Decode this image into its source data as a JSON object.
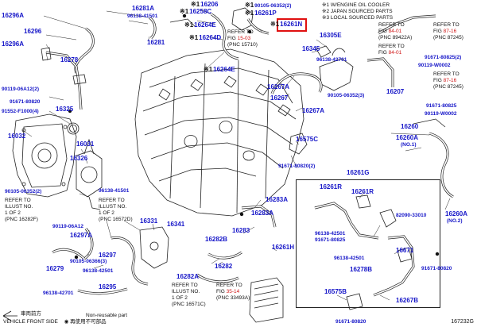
{
  "legend_top": [
    {
      "mark": "※1",
      "text": "W/ENGINE OIL COOLER"
    },
    {
      "mark": "※2",
      "text": "JAPAN SOURCED PARTS"
    },
    {
      "mark": "※3",
      "text": "LOCAL SOURCED PARTS"
    }
  ],
  "legend_bottom": {
    "direction": "車両前方",
    "front": "VEHICLE FRONT SIDE",
    "reuse_mark": "◉",
    "reuse": "再使用不可部品",
    "non_reuse": "Non-reusable part"
  },
  "figure_id": "167232G",
  "highlight_part": "16261N",
  "group_box_label": "16261G",
  "parts": [
    {
      "id": "p16296A",
      "text": "16296A",
      "mark": "",
      "bold": true
    },
    {
      "id": "p16296",
      "text": "16296",
      "mark": "",
      "bold": true
    },
    {
      "id": "p16296A_b",
      "text": "16296A",
      "mark": "",
      "bold": true
    },
    {
      "id": "p16278",
      "text": "16278",
      "mark": "",
      "bold": true
    },
    {
      "id": "p16281A",
      "text": "16281A",
      "mark": "",
      "bold": true
    },
    {
      "id": "p96138_41501a",
      "text": "96138-41501",
      "mark": "",
      "bold": false
    },
    {
      "id": "p16258C",
      "text": "16258C",
      "mark": "※1",
      "bold": true
    },
    {
      "id": "p16281",
      "text": "16281",
      "mark": "",
      "bold": true
    },
    {
      "id": "p16206",
      "text": "16206",
      "mark": "※1",
      "bold": true
    },
    {
      "id": "p16264E",
      "text": "16264E",
      "mark": "※1",
      "bold": true
    },
    {
      "id": "p16264D",
      "text": "16264D",
      "mark": "※1",
      "bold": true
    },
    {
      "id": "p16264E_b",
      "text": "16264E",
      "mark": "※1",
      "bold": true
    },
    {
      "id": "p90105_06352_2a",
      "text": "90105-06352(2)",
      "mark": "※1",
      "bold": false
    },
    {
      "id": "p16261P",
      "text": "16261P",
      "mark": "※1",
      "bold": true
    },
    {
      "id": "p16261N",
      "text": "16261N",
      "mark": "※1",
      "bold": true
    },
    {
      "id": "p16345",
      "text": "16345",
      "mark": "",
      "bold": true
    },
    {
      "id": "p16305E",
      "text": "16305E",
      "mark": "",
      "bold": true
    },
    {
      "id": "p96138_42701",
      "text": "96138-42701",
      "mark": "",
      "bold": false
    },
    {
      "id": "p16267A",
      "text": "16267A",
      "mark": "",
      "bold": true
    },
    {
      "id": "p16267",
      "text": "16267",
      "mark": "",
      "bold": true
    },
    {
      "id": "p16267A_b",
      "text": "16267A",
      "mark": "",
      "bold": true
    },
    {
      "id": "p90105_06352_3",
      "text": "90105-06352(3)",
      "mark": "",
      "bold": false
    },
    {
      "id": "p16207",
      "text": "16207",
      "mark": "",
      "bold": true
    },
    {
      "id": "p91671_80825_2a",
      "text": "91671-80825(2)",
      "mark": "",
      "bold": false
    },
    {
      "id": "p90119_W0002a",
      "text": "90119-W0002",
      "mark": "",
      "bold": false
    },
    {
      "id": "p91671_80825_b",
      "text": "91671-80825",
      "mark": "",
      "bold": false
    },
    {
      "id": "p90119_W0002b",
      "text": "90119-W0002",
      "mark": "",
      "bold": false
    },
    {
      "id": "p90119_06A12_2",
      "text": "90119-06A12(2)",
      "mark": "",
      "bold": false
    },
    {
      "id": "p91671_80820a",
      "text": "91671-80820",
      "mark": "",
      "bold": false
    },
    {
      "id": "p16325",
      "text": "16325",
      "mark": "",
      "bold": true
    },
    {
      "id": "p91552_F1000",
      "text": "91552-F1000(4)",
      "mark": "",
      "bold": false
    },
    {
      "id": "p16032",
      "text": "16032",
      "mark": "",
      "bold": true
    },
    {
      "id": "p16031",
      "text": "16031",
      "mark": "",
      "bold": true
    },
    {
      "id": "p16326",
      "text": "16326",
      "mark": "",
      "bold": true
    },
    {
      "id": "p90105_06352_2b",
      "text": "90105-06352(2)",
      "mark": "",
      "bold": false
    },
    {
      "id": "p96138_41501b",
      "text": "96138-41501",
      "mark": "",
      "bold": false
    },
    {
      "id": "p90119_06A12",
      "text": "90119-06A12",
      "mark": "",
      "bold": false
    },
    {
      "id": "p16297A",
      "text": "16297A",
      "mark": "",
      "bold": true
    },
    {
      "id": "p16297",
      "text": "16297",
      "mark": "",
      "bold": true
    },
    {
      "id": "p90105_06366_3",
      "text": "90105-06366(3)",
      "mark": "",
      "bold": false
    },
    {
      "id": "p96138_42501a",
      "text": "96138-42501",
      "mark": "",
      "bold": false
    },
    {
      "id": "p16279",
      "text": "16279",
      "mark": "",
      "bold": true
    },
    {
      "id": "p96138_42701b",
      "text": "96138-42701",
      "mark": "",
      "bold": false
    },
    {
      "id": "p16295",
      "text": "16295",
      "mark": "",
      "bold": true
    },
    {
      "id": "p16331",
      "text": "16331",
      "mark": "",
      "bold": true
    },
    {
      "id": "p16341",
      "text": "16341",
      "mark": "",
      "bold": true
    },
    {
      "id": "p16283A",
      "text": "16283A",
      "mark": "",
      "bold": true
    },
    {
      "id": "p16283A_b",
      "text": "16283A",
      "mark": "",
      "bold": true
    },
    {
      "id": "p16283",
      "text": "16283",
      "mark": "",
      "bold": true
    },
    {
      "id": "p16282",
      "text": "16282",
      "mark": "",
      "bold": true
    },
    {
      "id": "p16282A",
      "text": "16282A",
      "mark": "",
      "bold": true
    },
    {
      "id": "p16282B",
      "text": "16282B",
      "mark": "",
      "bold": true
    },
    {
      "id": "p16261H",
      "text": "16261H",
      "mark": "",
      "bold": true
    },
    {
      "id": "p16575C",
      "text": "16575C",
      "mark": "",
      "bold": true
    },
    {
      "id": "p91671_80820_2",
      "text": "91671-80820(2)",
      "mark": "",
      "bold": false
    },
    {
      "id": "p16261R",
      "text": "16261R",
      "mark": "",
      "bold": true
    },
    {
      "id": "p16261R_b",
      "text": "16261R",
      "mark": "",
      "bold": true
    },
    {
      "id": "p82090_33010",
      "text": "82090-33010",
      "mark": "",
      "bold": false
    },
    {
      "id": "p96138_42501b",
      "text": "96138-42501",
      "mark": "",
      "bold": false
    },
    {
      "id": "p91671_80825c",
      "text": "91671-80825",
      "mark": "",
      "bold": false
    },
    {
      "id": "p96138_42501c",
      "text": "96138-42501",
      "mark": "",
      "bold": false
    },
    {
      "id": "p16671",
      "text": "16671",
      "mark": "",
      "bold": true
    },
    {
      "id": "p16278B",
      "text": "16278B",
      "mark": "",
      "bold": true
    },
    {
      "id": "p16575B",
      "text": "16575B",
      "mark": "",
      "bold": true
    },
    {
      "id": "p91671_80820b",
      "text": "91671-80820",
      "mark": "",
      "bold": false
    },
    {
      "id": "p16267B",
      "text": "16267B",
      "mark": "",
      "bold": true
    },
    {
      "id": "p16260",
      "text": "16260",
      "mark": "",
      "bold": true
    },
    {
      "id": "p16260A",
      "text": "16260A",
      "mark": "",
      "bold": true
    },
    {
      "id": "p16260A_no1",
      "text": "(NO.1)",
      "mark": "",
      "bold": false
    },
    {
      "id": "p16260A_b",
      "text": "16260A",
      "mark": "",
      "bold": true
    },
    {
      "id": "p16260A_no2",
      "text": "(NO.2)",
      "mark": "",
      "bold": false
    },
    {
      "id": "p91671_80820c",
      "text": "91671-80820",
      "mark": "",
      "bold": false
    }
  ],
  "refs": [
    {
      "id": "r1",
      "lines": [
        "REFER TO",
        "FIG ",
        "(PNC 89422A)"
      ],
      "fig": "84-01"
    },
    {
      "id": "r2",
      "lines": [
        "REFER TO",
        "FIG ",
        "(PNC 87245)"
      ],
      "fig": "87-16"
    },
    {
      "id": "r3",
      "lines": [
        "REFER TO",
        "FIG "
      ],
      "fig": "84-01"
    },
    {
      "id": "r4",
      "lines": [
        "REFER TO",
        "FIG ",
        "(PNC 87245)"
      ],
      "fig": "87-16"
    },
    {
      "id": "r5",
      "lines": [
        "REFER TO",
        "FIG ",
        "(PNC 15710)"
      ],
      "fig": "15-03"
    },
    {
      "id": "r6",
      "lines": [
        "REFER TO",
        "ILLUST NO.",
        "1 OF 2",
        "(PNC 16282F)"
      ],
      "fig": ""
    },
    {
      "id": "r7",
      "lines": [
        "REFER TO",
        "ILLUST NO.",
        "1 OF 2",
        "(PNC 16572D)"
      ],
      "fig": ""
    },
    {
      "id": "r8",
      "lines": [
        "REFER TO",
        "ILLUST NO.",
        "1 OF 2",
        "(PNC 16571C)"
      ],
      "fig": ""
    },
    {
      "id": "r9",
      "lines": [
        "REFER TO",
        "FIG ",
        "(PNC 33493A)"
      ],
      "fig": "35-14"
    }
  ]
}
